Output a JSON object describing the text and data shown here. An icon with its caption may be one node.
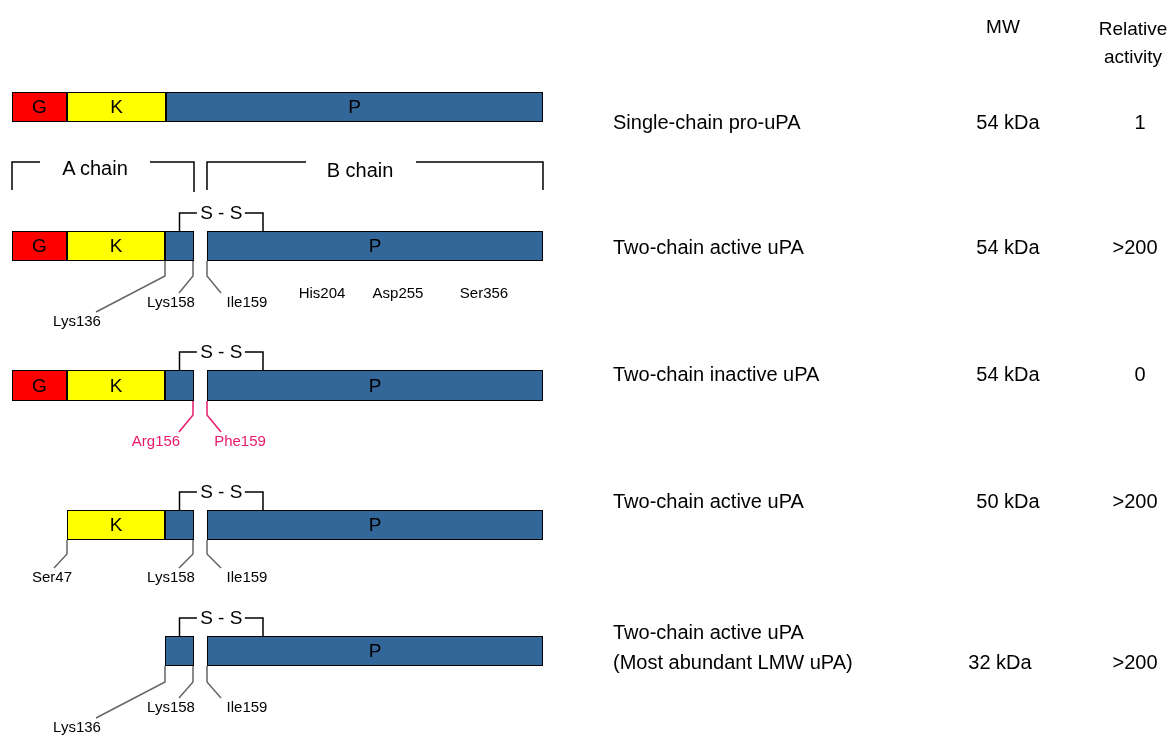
{
  "diagram": {
    "nodes": [
      {
        "text": [
          "G"
        ]
      },
      {
        "text": [
          "K"
        ]
      },
      {
        "text": [
          "P"
        ]
      },
      {
        "text": [
          "G"
        ]
      },
      {
        "text": [
          "K"
        ]
      },
      {
        "text": [],
        "shape": "bar"
      },
      {
        "text": [
          "P"
        ]
      },
      {
        "text": [
          "Lys136"
        ]
      },
      {
        "text": [
          "Lys158"
        ]
      },
      {
        "text": [
          "Ile159"
        ]
      },
      {
        "text": [
          "G"
        ]
      },
      {
        "text": [
          "K"
        ]
      },
      {
        "text": [],
        "shape": "bar"
      },
      {
        "text": [
          "P"
        ]
      },
      {
        "text": [
          "Arg156"
        ]
      },
      {
        "text": [
          "Phe159"
        ]
      },
      {
        "text": [
          "K"
        ]
      },
      {
        "text": [],
        "shape": "bar"
      },
      {
        "text": [
          "P"
        ]
      },
      {
        "text": [
          "Ser47"
        ]
      },
      {
        "text": [
          "Lys158"
        ]
      },
      {
        "text": [
          "Ile159"
        ]
      },
      {
        "text": [],
        "shape": "bar"
      },
      {
        "text": [
          "P"
        ]
      },
      {
        "text": [
          "Lys136"
        ]
      },
      {
        "text": [
          "Lys158"
        ]
      },
      {
        "text": [
          "Ile159"
        ]
      }
    ],
    "edges": [
      {
        "from": 5,
        "to": 6,
        "arrow": "none",
        "label": "S - S",
        "color": "#000000"
      },
      {
        "from": 7,
        "to": 5,
        "arrow": "none"
      },
      {
        "from": 8,
        "to": 5,
        "arrow": "none"
      },
      {
        "from": 9,
        "to": 6,
        "arrow": "none"
      },
      {
        "from": 12,
        "to": 13,
        "arrow": "none",
        "label": "S - S",
        "color": "#000000"
      },
      {
        "from": 14,
        "to": 12,
        "arrow": "none",
        "color": "#e8196b"
      },
      {
        "from": 15,
        "to": 13,
        "arrow": "none",
        "color": "#e8196b"
      },
      {
        "from": 17,
        "to": 18,
        "arrow": "none",
        "label": "S - S",
        "color": "#000000"
      },
      {
        "from": 19,
        "to": 16,
        "arrow": "none"
      },
      {
        "from": 20,
        "to": 17,
        "arrow": "none"
      },
      {
        "from": 21,
        "to": 18,
        "arrow": "none"
      },
      {
        "from": 22,
        "to": 23,
        "arrow": "none",
        "label": "S - S",
        "color": "#000000"
      },
      {
        "from": 24,
        "to": 22,
        "arrow": "none"
      },
      {
        "from": 25,
        "to": 22,
        "arrow": "none"
      },
      {
        "from": 26,
        "to": 23,
        "arrow": "none"
      }
    ],
    "labels": [
      "MW",
      "Relative activity",
      "Single-chain pro-uPA",
      "54 kDa",
      "1",
      "A chain",
      "B chain",
      "Two-chain active uPA",
      "54 kDa",
      ">200",
      "His204",
      "Asp255",
      "Ser356",
      "Two-chain inactive uPA",
      "54 kDa",
      "0",
      "Two-chain active uPA",
      "50 kDa",
      ">200",
      "Two-chain active uPA",
      "(Most abundant LMW uPA)",
      "32 kDa",
      ">200"
    ]
  }
}
